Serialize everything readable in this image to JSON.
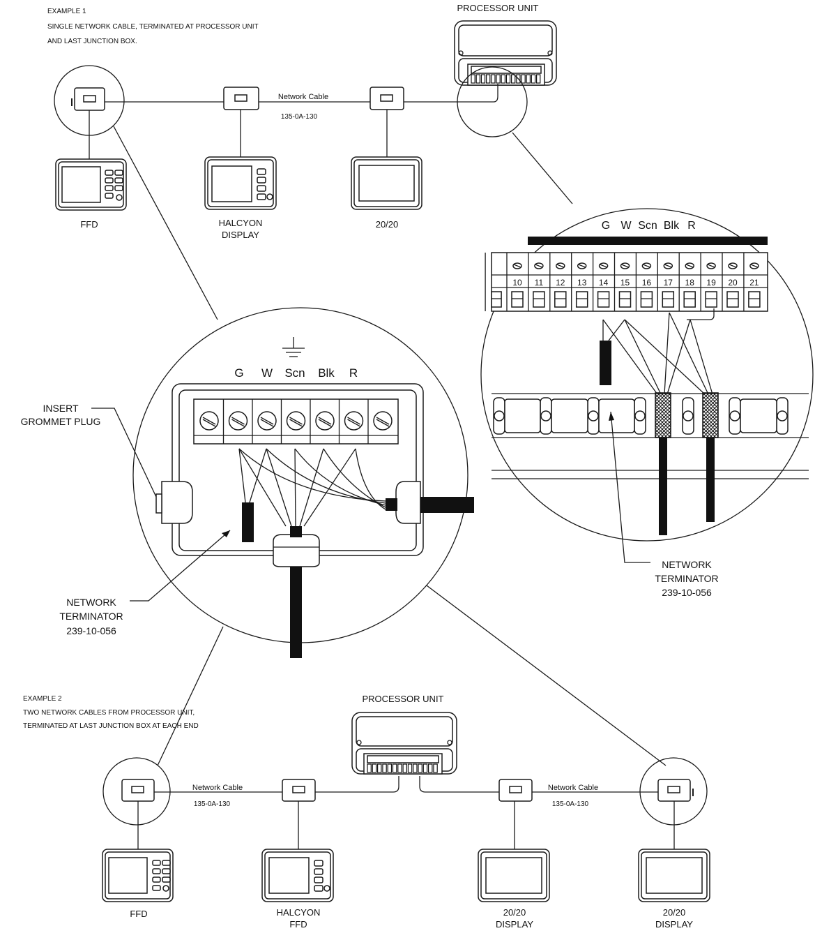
{
  "example1": {
    "title": "EXAMPLE 1",
    "line1": "SINGLE NETWORK CABLE, TERMINATED AT PROCESSOR UNIT",
    "line2": "AND LAST JUNCTION BOX.",
    "processor_label": "PROCESSOR UNIT",
    "cable_label": "Network Cable",
    "cable_part": "135-0A-130",
    "devices": [
      {
        "label_lines": [
          "FFD"
        ]
      },
      {
        "label_lines": [
          "HALCYON",
          "DISPLAY"
        ]
      },
      {
        "label_lines": [
          "20/20"
        ]
      }
    ]
  },
  "junction_detail": {
    "terminal_labels": [
      "G",
      "W",
      "Scn",
      "Blk",
      "R"
    ],
    "grommet_lines": [
      "INSERT",
      "GROMMET PLUG"
    ],
    "terminator_lines": [
      "NETWORK",
      "TERMINATOR",
      "239-10-056"
    ]
  },
  "processor_detail": {
    "terminal_labels": [
      "G",
      "W",
      "Scn",
      "Blk",
      "R"
    ],
    "terminal_numbers": [
      "10",
      "11",
      "12",
      "13",
      "14",
      "15",
      "16",
      "17",
      "18",
      "19",
      "20",
      "21"
    ],
    "terminator_lines": [
      "NETWORK",
      "TERMINATOR",
      "239-10-056"
    ]
  },
  "example2": {
    "title": "EXAMPLE 2",
    "line1": "TWO NETWORK CABLES FROM PROCESSOR UNIT,",
    "line2": "TERMINATED AT LAST JUNCTION BOX AT EACH END",
    "processor_label": "PROCESSOR UNIT",
    "cable_left_label": "Network Cable",
    "cable_left_part": "135-0A-130",
    "cable_right_label": "Network Cable",
    "cable_right_part": "135-0A-130",
    "devices": [
      {
        "label_lines": [
          "FFD"
        ]
      },
      {
        "label_lines": [
          "HALCYON",
          "FFD"
        ]
      },
      {
        "label_lines": [
          "20/20",
          "DISPLAY"
        ]
      },
      {
        "label_lines": [
          "20/20",
          "DISPLAY"
        ]
      }
    ]
  }
}
